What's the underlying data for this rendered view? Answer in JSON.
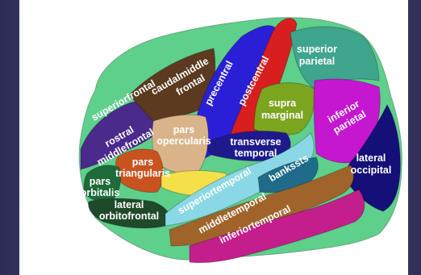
{
  "regions": {
    "superiorfrontal": [
      "superiorfrontal"
    ],
    "caudalmiddlefrontal": [
      "caudalmiddle",
      "frontal"
    ],
    "precentral": [
      "precentral"
    ],
    "postcentral": [
      "postcentral"
    ],
    "superiorparietal": [
      "superior",
      "parietal"
    ],
    "rostralmiddlefrontal": [
      "rostral",
      "middlefrontal"
    ],
    "parsopercularis": [
      "pars",
      "opercularis"
    ],
    "supramarginal": [
      "supra",
      "marginal"
    ],
    "inferiorparietal": [
      "inferior",
      "parietal"
    ],
    "transversetemporal": [
      "transverse",
      "temporal"
    ],
    "parstriangularis": [
      "pars",
      "triangularis"
    ],
    "parsorbitalis": [
      "pars",
      "orbitalis"
    ],
    "lateralorbitofrontal": [
      "lateral",
      "orbitofrontal"
    ],
    "superiortemporal": [
      "superiortemporal"
    ],
    "bankssts": [
      "bankssts"
    ],
    "lateraloccipital": [
      "lateral",
      "occipital"
    ],
    "middletemporal": [
      "middletemporal"
    ],
    "inferiortemporal": [
      "inferiortemporal"
    ]
  },
  "colors": {
    "superiorfrontal": "#5fcf8c",
    "caudalmiddlefrontal": "#5b3a1f",
    "precentral": "#2a1fd6",
    "postcentral": "#d81e1e",
    "superiorparietal": "#3fa58c",
    "rostralmiddlefrontal": "#4a2a8a",
    "parsopercularis": "#d9b48a",
    "supramarginal": "#7ba41f",
    "inferiorparietal": "#c417cf",
    "transversetemporal": "#1f1a8c",
    "parstriangularis": "#c9531f",
    "parsorbitalis": "#1e6b3a",
    "lateralorbitofrontal": "#1f4a2a",
    "insula": "#f5e04a",
    "superiortemporal": "#8ad8e6",
    "bankssts": "#1f6b8a",
    "lateraloccipital": "#141077",
    "middletemporal": "#a0642a",
    "inferiortemporal": "#c41e8c"
  }
}
